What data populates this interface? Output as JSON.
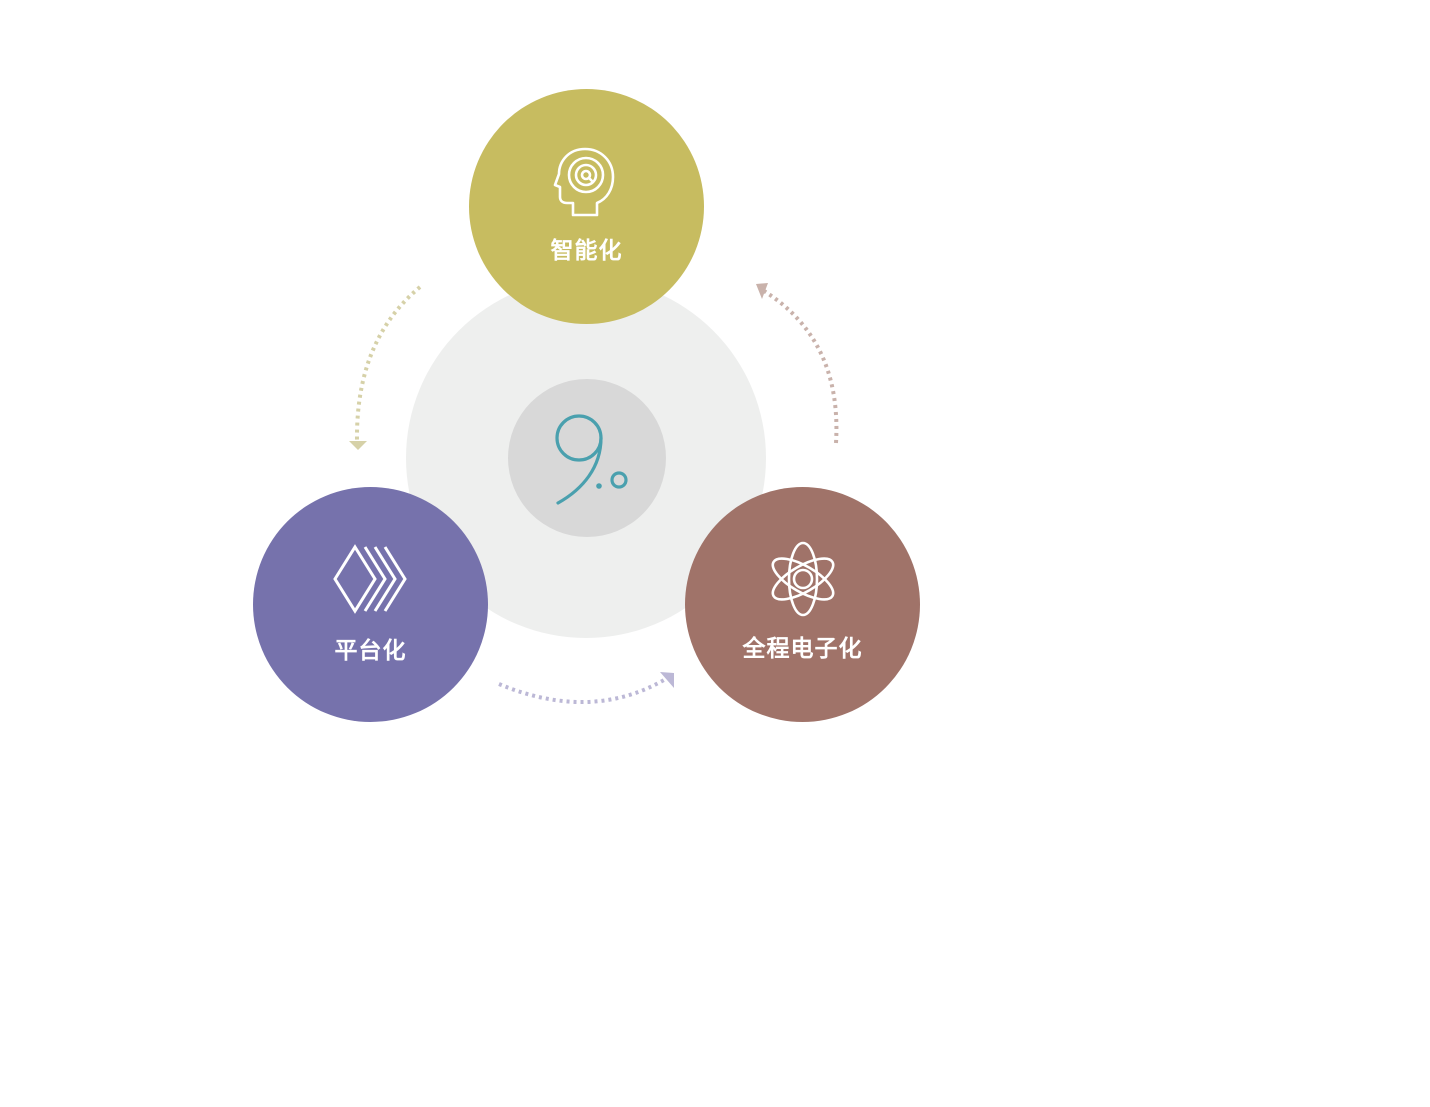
{
  "diagram": {
    "nodes": [
      {
        "id": "top",
        "label": "智能化",
        "color": "#c7bc60",
        "icon": "head-target-icon"
      },
      {
        "id": "left",
        "label": "平台化",
        "color": "#7672ac",
        "icon": "layered-diamonds-icon"
      },
      {
        "id": "right",
        "label": "全程电子化",
        "color": "#a07369",
        "icon": "atom-icon"
      }
    ],
    "hub": {
      "icon": "version-9-logo-icon",
      "ring_color": "#eeefee",
      "hub_color": "#d8d8d8",
      "logo_color": "#4aa0ae"
    },
    "arrows": [
      {
        "from": "top",
        "to": "left",
        "color": "#d6d1a8"
      },
      {
        "from": "left",
        "to": "right",
        "color": "#bcb8d6"
      },
      {
        "from": "right",
        "to": "top",
        "color": "#c9b2ab"
      }
    ]
  }
}
